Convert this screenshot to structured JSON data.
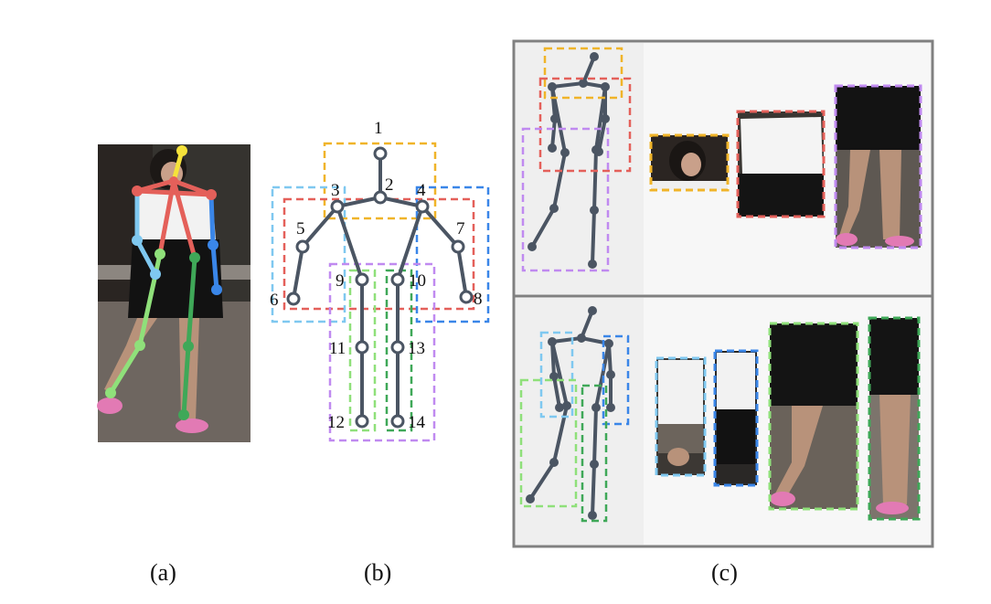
{
  "captions": {
    "a": "(a)",
    "b": "(b)",
    "c": "(c)"
  },
  "joint_labels": [
    "1",
    "2",
    "3",
    "4",
    "5",
    "6",
    "7",
    "8",
    "9",
    "10",
    "11",
    "12",
    "13",
    "14"
  ],
  "colors": {
    "skeleton": "#4b5563",
    "head": "#f0b429",
    "torso": "#e4605a",
    "left_arm": "#7fc8f0",
    "right_arm": "#3a86e8",
    "legs": "#c08af0",
    "left_leg": "#8fe07a",
    "right_leg": "#3fa858",
    "head_joint": "#f5e23a",
    "panel_border": "#808080"
  }
}
